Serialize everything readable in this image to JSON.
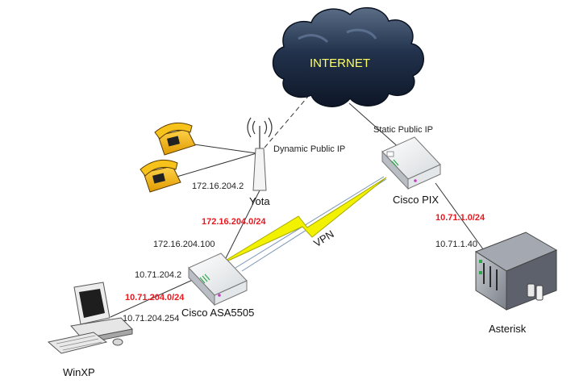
{
  "cloud": {
    "label": "INTERNET"
  },
  "nodes": {
    "yota": {
      "label": "Yota",
      "inner_ip": "172.16.204.2",
      "public_ip_label": "Dynamic Public IP"
    },
    "pix": {
      "label": "Cisco PIX",
      "public_ip_label": "Static Public IP"
    },
    "asa": {
      "label": "Cisco ASA5505",
      "outside_ip": "172.16.204.100",
      "inside_ip": "10.71.204.2"
    },
    "winxp": {
      "label": "WinXP",
      "ip": "10.71.204.254"
    },
    "asterisk": {
      "label": "Asterisk",
      "ip": "10.71.1.40"
    }
  },
  "networks": {
    "yota_asa": "172.16.204.0/24",
    "asa_winxp": "10.71.204.0/24",
    "pix_asterisk": "10.71.1.0/24"
  },
  "vpn_label": "VPN",
  "colors": {
    "network_label": "#e8181f",
    "cloud_fill": "#1a2a44",
    "cloud_text": "#ffff66",
    "vpn_bolt": "#f2f200",
    "phone": "#f0b400"
  }
}
